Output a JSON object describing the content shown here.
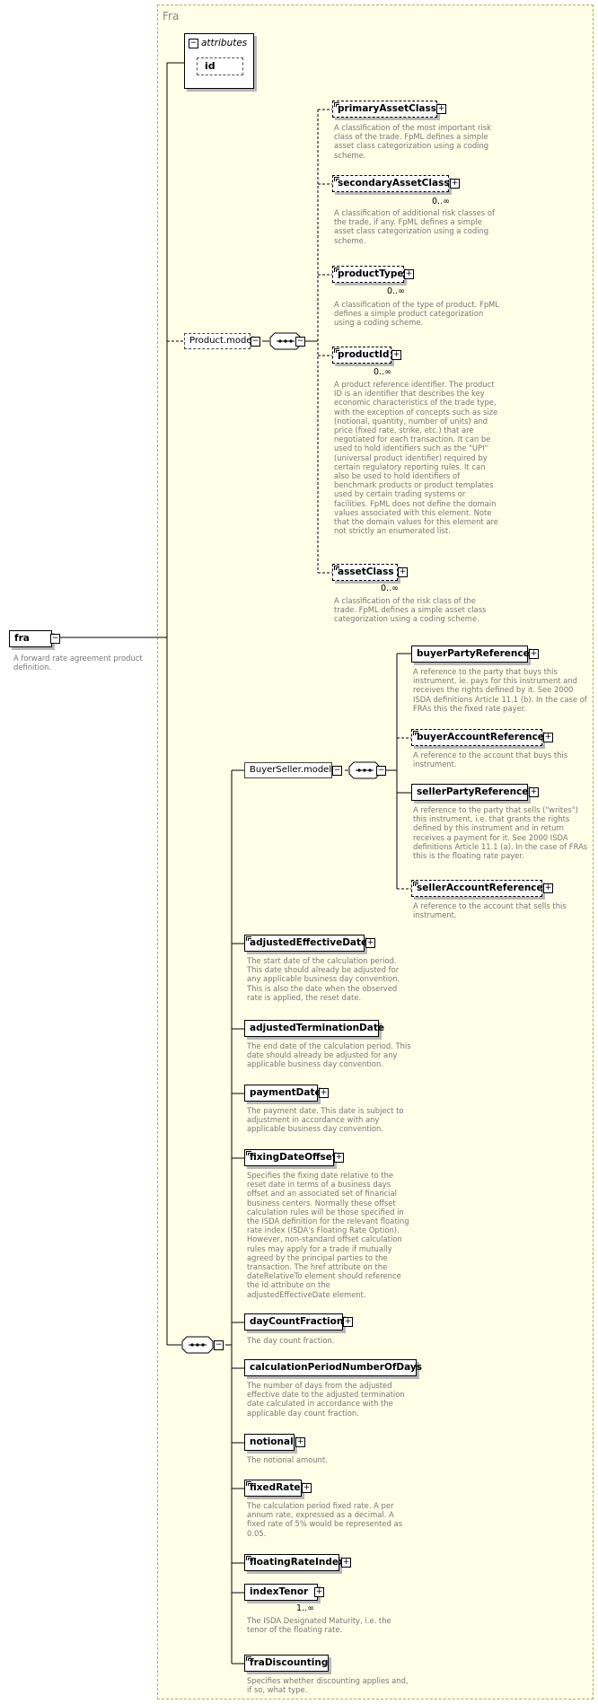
{
  "frame_title": "Fra",
  "root": {
    "name": "fra",
    "description": "A forward rate agreement product definition."
  },
  "attributes": {
    "label": "attributes",
    "items": [
      "id"
    ]
  },
  "product_model": {
    "name": "Product.model",
    "items": [
      {
        "name": "primaryAssetClass",
        "card": "",
        "desc": "A classification of the most important risk class of the trade. FpML defines a simple asset class categorization using a coding scheme."
      },
      {
        "name": "secondaryAssetClass",
        "card": "0..∞",
        "desc": "A classification of additional risk classes of the trade, if any. FpML defines a simple asset class categorization using a coding scheme."
      },
      {
        "name": "productType",
        "card": "0..∞",
        "desc": "A classification of the type of product. FpML defines a simple product categorization using a coding scheme."
      },
      {
        "name": "productId",
        "card": "0..∞",
        "desc": "A product reference identifier. The product ID is an identifier that describes the key economic characteristics of the trade type, with the exception of concepts such as size (notional, quantity, number of units) and price (fixed rate, strike, etc.) that are negotiated for each transaction. It can be used to hold identifiers such as the \"UPI\" (universal product identifier) required by certain regulatory reporting rules. It can also be used to hold identifiers of benchmark products or product templates used by certain trading systems or facilities. FpML does not define the domain values associated with this element. Note that the domain values for this element are not strictly an enumerated list."
      },
      {
        "name": "assetClass",
        "card": "0..∞",
        "desc": "A classification of the risk class of the trade. FpML defines a simple asset class categorization using a coding scheme."
      }
    ]
  },
  "buyer_seller_model": {
    "name": "BuyerSeller.model",
    "items": [
      {
        "name": "buyerPartyReference",
        "desc": "A reference to the party that buys this instrument, ie. pays for this instrument and receives the rights defined by it. See 2000 ISDA definitions Article 11.1 (b). In the case of FRAs this the fixed rate payer."
      },
      {
        "name": "buyerAccountReference",
        "desc": "A reference to the account that buys this instrument."
      },
      {
        "name": "sellerPartyReference",
        "desc": "A reference to the party that sells (\"writes\") this instrument, i.e. that grants the rights defined by this instrument and in return receives a payment for it. See 2000 ISDA definitions Article 11.1 (a). In the case of FRAs this is the floating rate payer."
      },
      {
        "name": "sellerAccountReference",
        "desc": "A reference to the account that sells this instrument."
      }
    ]
  },
  "elements": [
    {
      "name": "adjustedEffectiveDate",
      "card": "",
      "desc": "The start date of the calculation period. This date should already be adjusted for any applicable business day convention. This is also the date when the observed rate is applied, the reset date."
    },
    {
      "name": "adjustedTerminationDate",
      "card": "",
      "desc": "The end date of the calculation period. This date should already be adjusted for any applicable business day convention."
    },
    {
      "name": "paymentDate",
      "card": "",
      "desc": "The payment date. This date is subject to adjustment in accordance with any applicable business day convention."
    },
    {
      "name": "fixingDateOffset",
      "card": "",
      "desc": "Specifies the fixing date relative to the reset date in terms of a business days offset and an associated set of financial business centers. Normally these offset calculation rules will be those specified in the ISDA definition for the relevant floating rate index (ISDA's Floating Rate Option). However, non-standard offset calculation rules may apply for a trade if mutually agreed by the principal parties to the transaction. The href attribute on the dateRelativeTo element should reference the id attribute on the adjustedEffectiveDate element."
    },
    {
      "name": "dayCountFraction",
      "card": "",
      "desc": "The day count fraction."
    },
    {
      "name": "calculationPeriodNumberOfDays",
      "card": "",
      "desc": "The number of days from the adjusted effective date to the adjusted termination date calculated in accordance with the applicable day count fraction."
    },
    {
      "name": "notional",
      "card": "",
      "desc": "The notional amount."
    },
    {
      "name": "fixedRate",
      "card": "",
      "desc": "The calculation period fixed rate. A per annum rate, expressed as a decimal. A fixed rate of 5% would be represented as 0.05."
    },
    {
      "name": "floatingRateIndex",
      "card": "",
      "desc": ""
    },
    {
      "name": "indexTenor",
      "card": "1..∞",
      "desc": "The ISDA Designated Maturity, i.e. the tenor of the floating rate."
    },
    {
      "name": "fraDiscounting",
      "card": "",
      "desc": "Specifies whether discounting applies and, if so, what type."
    }
  ]
}
